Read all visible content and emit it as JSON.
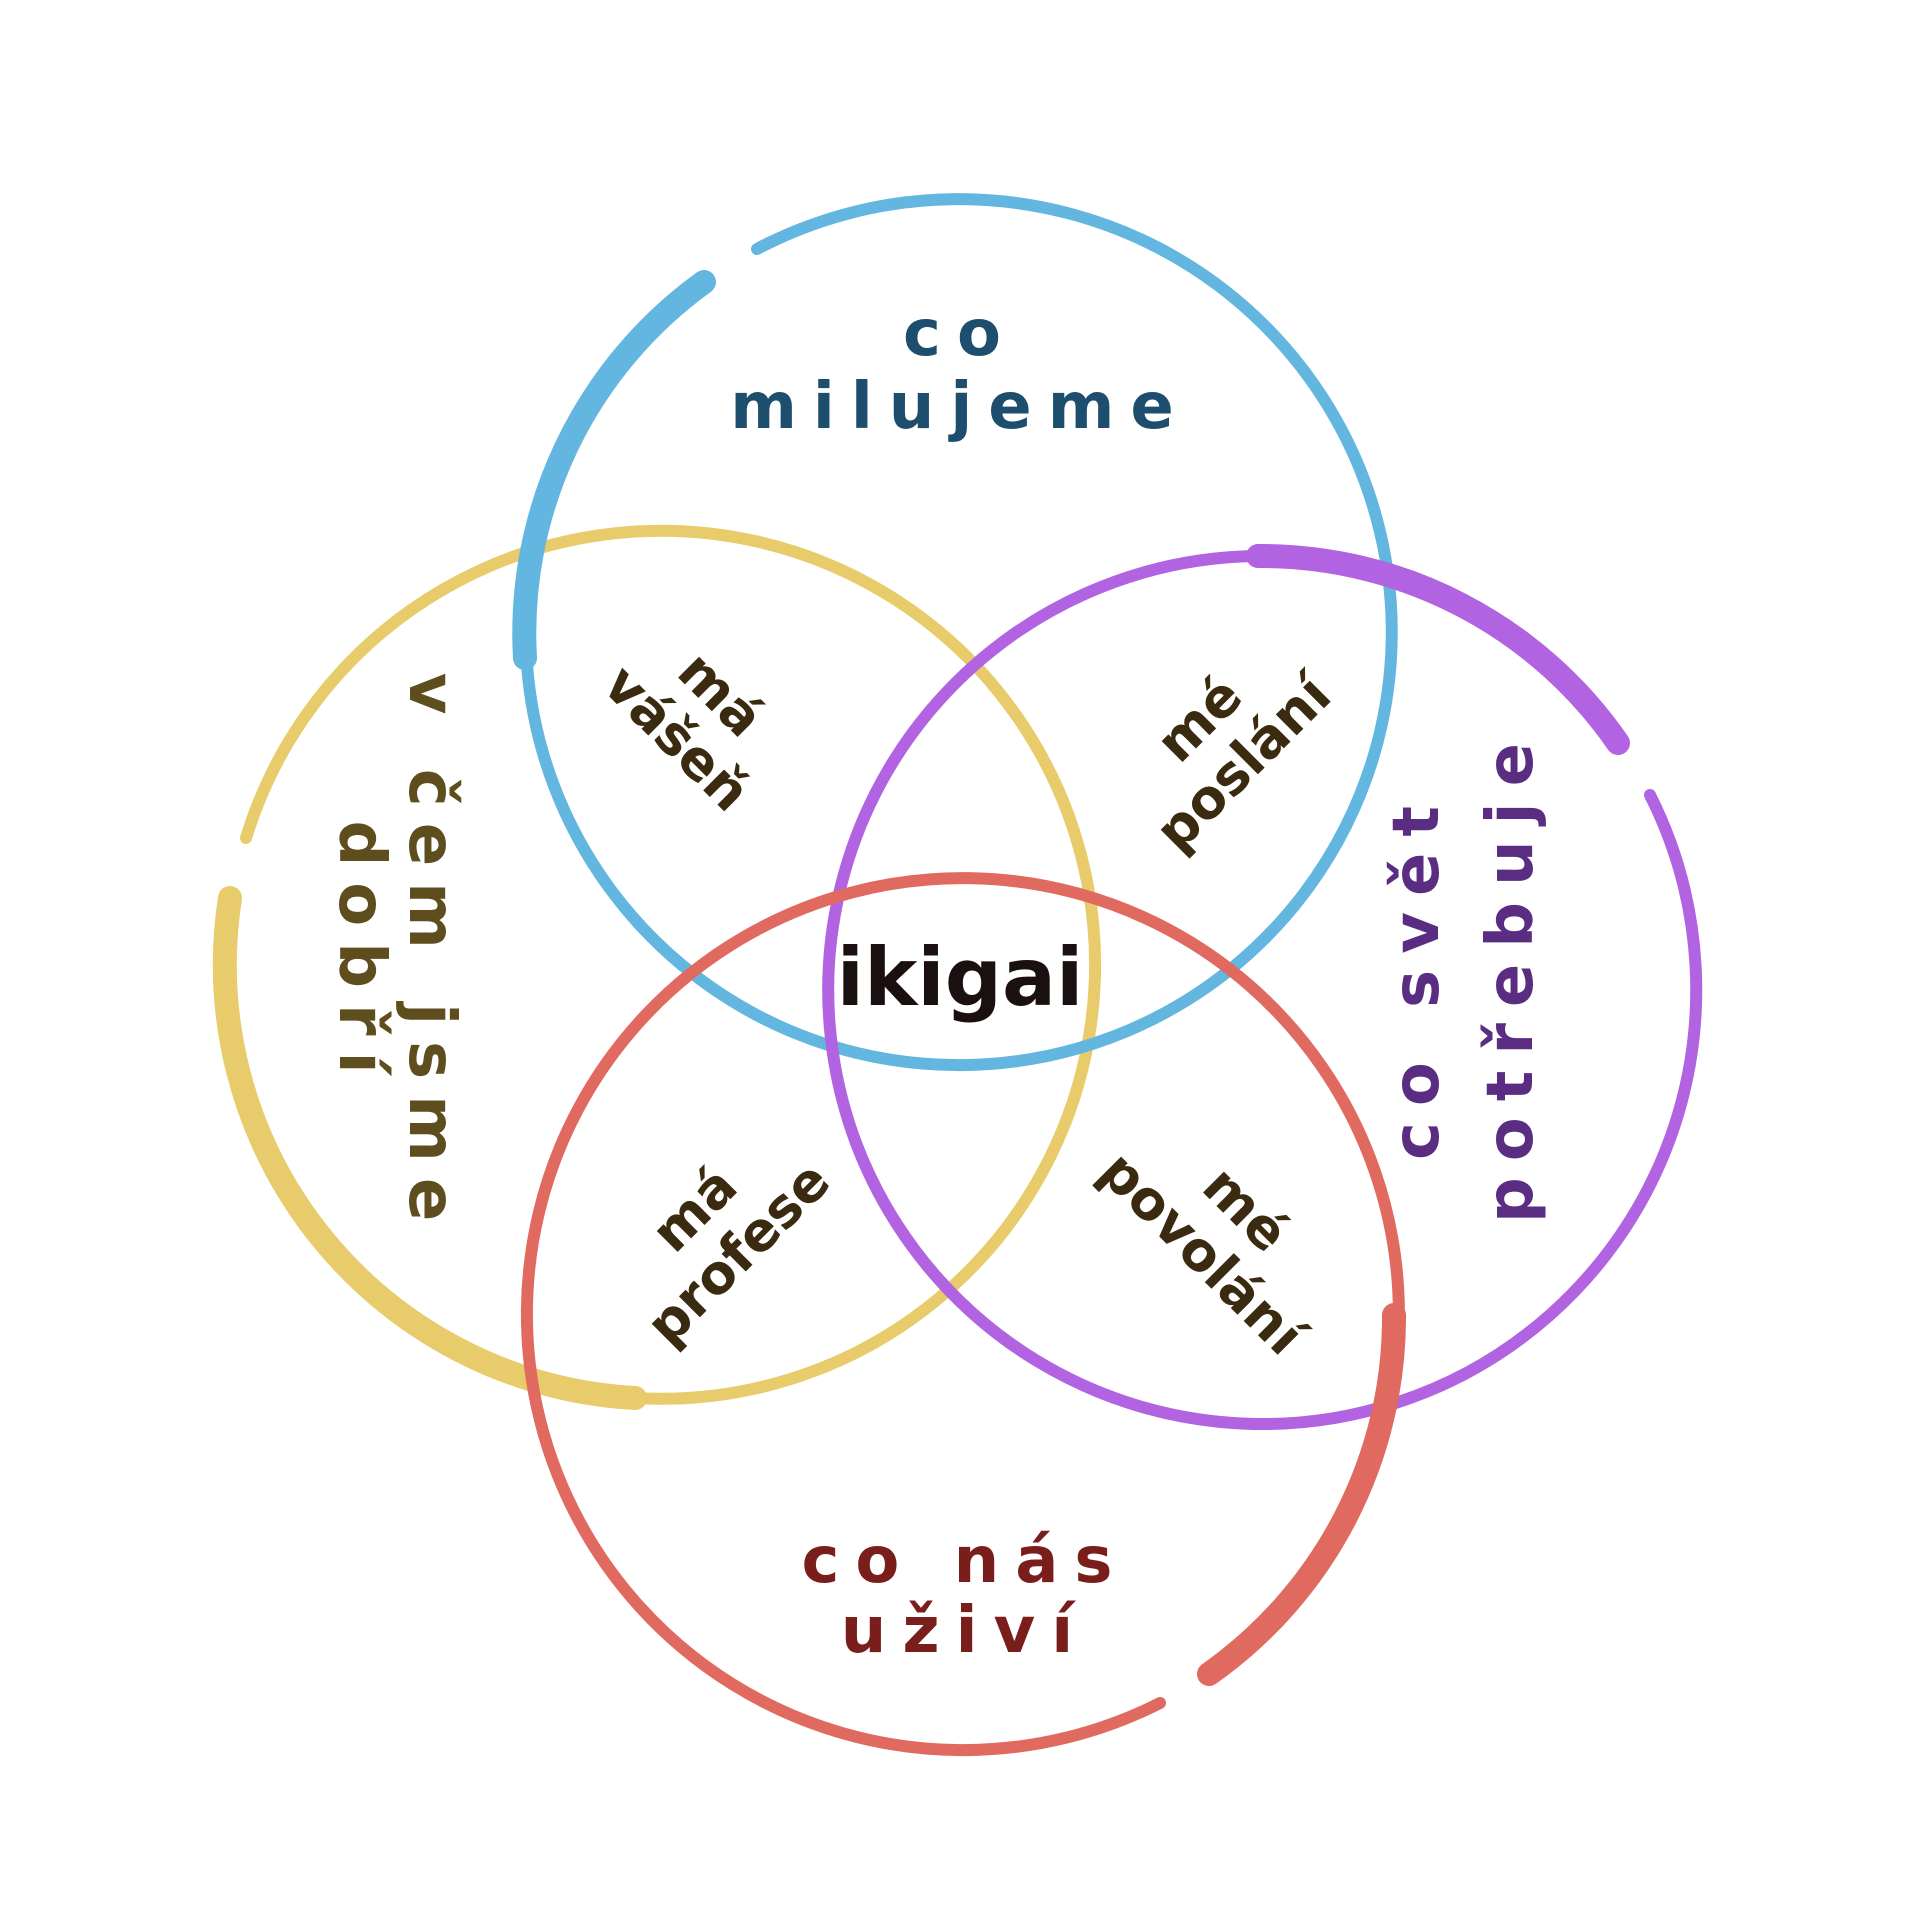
{
  "colors": {
    "blue": "#62B6E0",
    "yellow": "#E8CB6A",
    "purple": "#B163E1",
    "red": "#E06A5F",
    "text_blue": "#1D4E6E",
    "text_olive": "#5E4E1E",
    "text_purple": "#5A2C82",
    "text_red": "#7A1E1C",
    "text_dark": "#3A2A10",
    "text_center": "#1A1010"
  },
  "circles": {
    "blue": {
      "label": [
        "co",
        "milujeme"
      ]
    },
    "yellow": {
      "label": [
        "v čem jsme",
        "dobří"
      ]
    },
    "purple": {
      "label": [
        "co svět",
        "potřebuje"
      ]
    },
    "red": {
      "label": [
        "co nás",
        "uživí"
      ]
    }
  },
  "intersections": {
    "passion": [
      "má",
      "vášeň"
    ],
    "mission": [
      "mé",
      "poslání"
    ],
    "profession": [
      "má",
      "profese"
    ],
    "vocation": [
      "mé",
      "povolání"
    ]
  },
  "center": "ikigai"
}
